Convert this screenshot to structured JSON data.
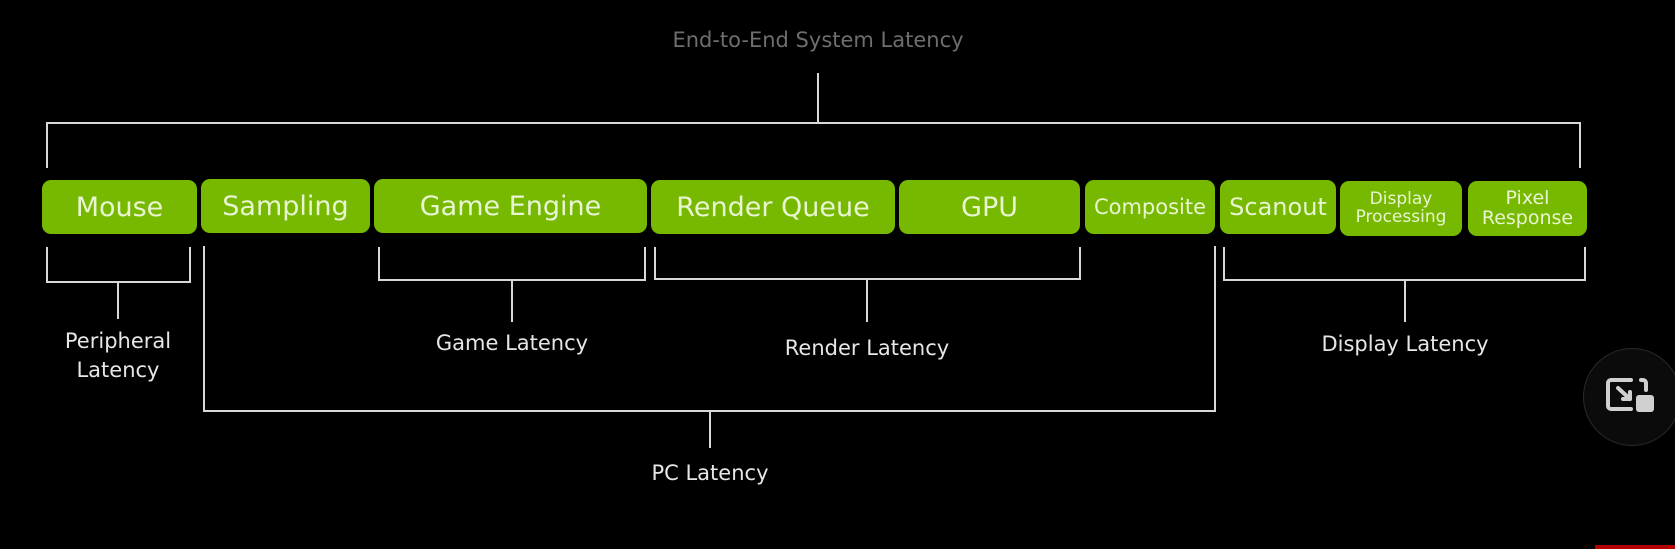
{
  "title": "End-to-End System Latency",
  "stages": [
    {
      "id": "mouse",
      "label": "Mouse"
    },
    {
      "id": "sampling",
      "label": "Sampling"
    },
    {
      "id": "game-engine",
      "label": "Game Engine"
    },
    {
      "id": "render-queue",
      "label": "Render Queue"
    },
    {
      "id": "gpu",
      "label": "GPU"
    },
    {
      "id": "composite",
      "label": "Composite"
    },
    {
      "id": "scanout",
      "label": "Scanout"
    },
    {
      "id": "display-processing",
      "label_line1": "Display",
      "label_line2": "Processing"
    },
    {
      "id": "pixel-response",
      "label_line1": "Pixel",
      "label_line2": "Response"
    }
  ],
  "groups": {
    "peripheral": {
      "line1": "Peripheral",
      "line2": "Latency"
    },
    "game": "Game Latency",
    "render": "Render Latency",
    "display": "Display Latency",
    "pc": "PC Latency"
  },
  "colors": {
    "stage_fill": "#76b900",
    "background": "#000000"
  },
  "controls": {
    "exit_fullscreen_icon": "exit-fullscreen-icon"
  }
}
